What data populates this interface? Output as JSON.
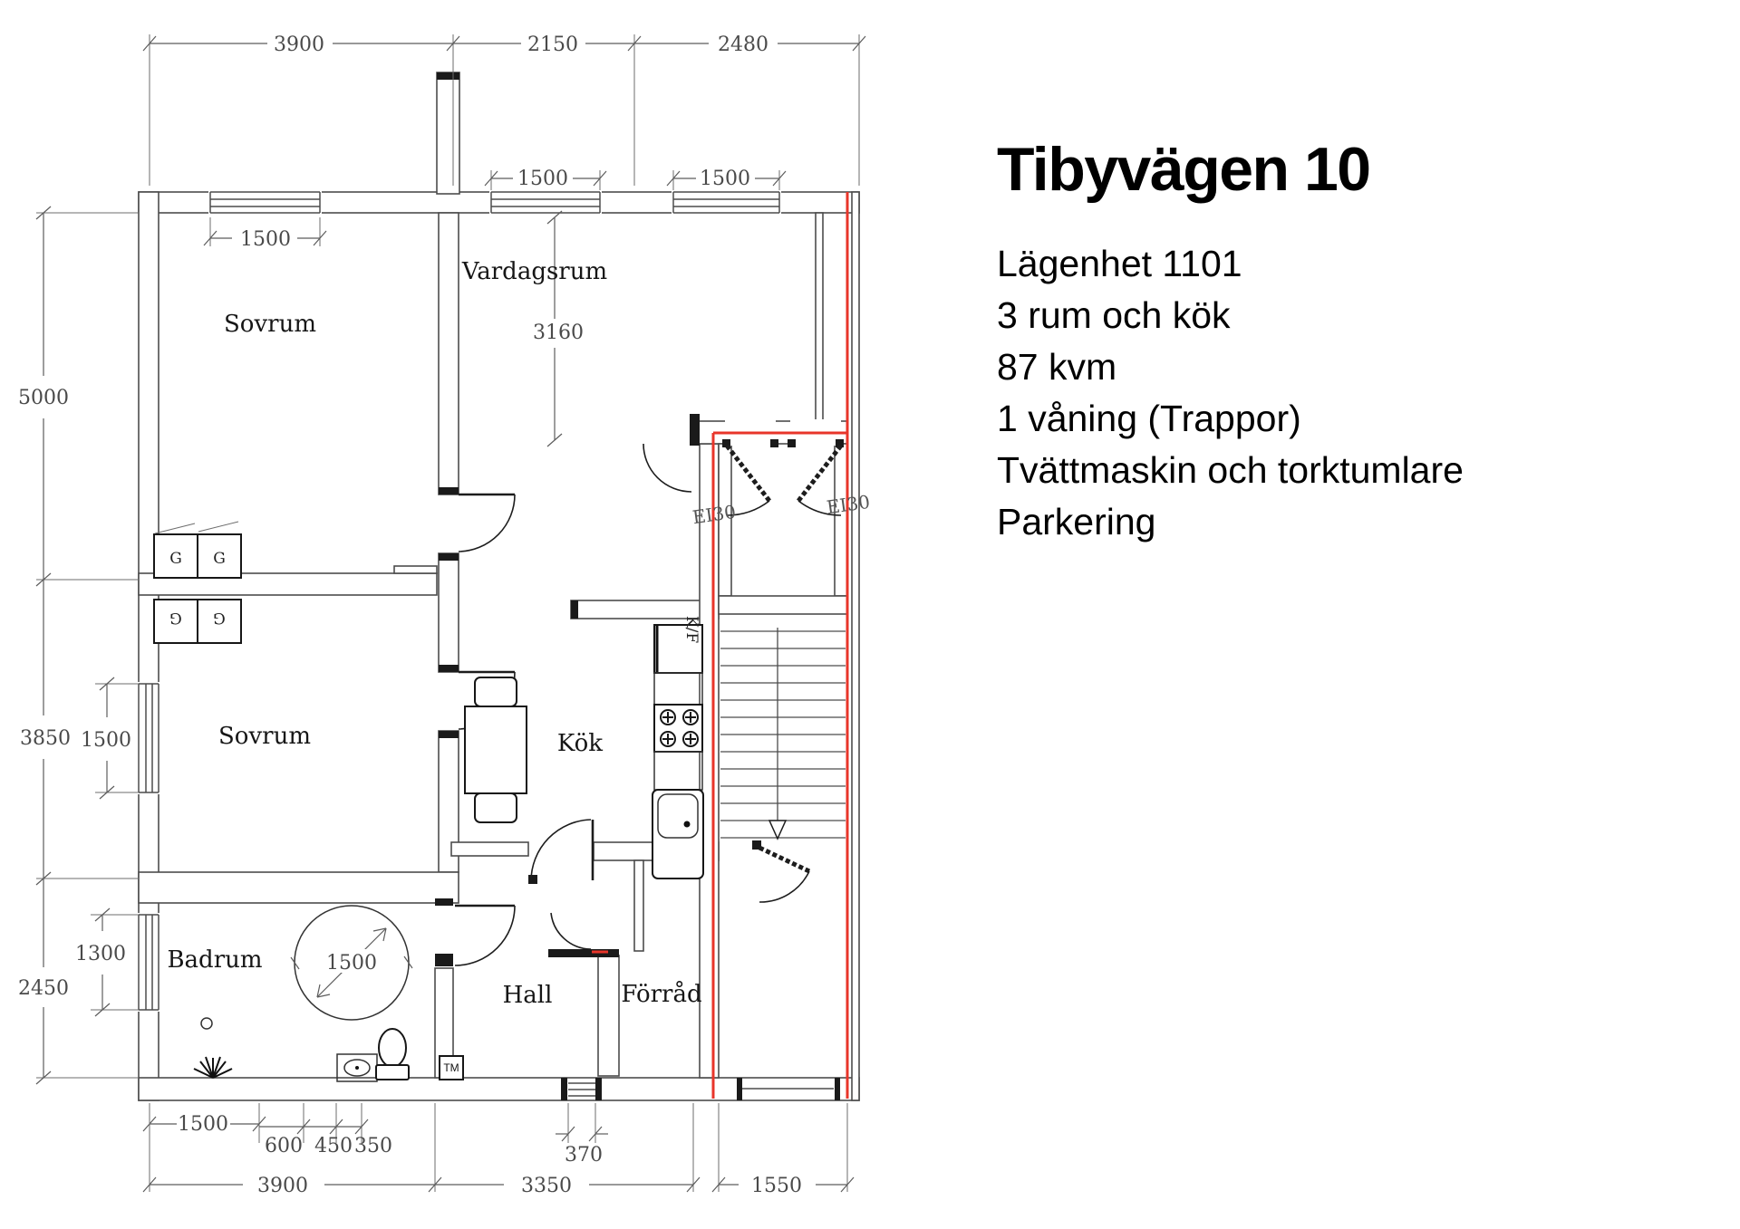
{
  "listing": {
    "title": "Tibyvägen 10",
    "details": [
      "Lägenhet 1101",
      "3 rum och kök",
      "87 kvm",
      "1 våning (Trappor)",
      "Tvättmaskin och torktumlare",
      "Parkering"
    ]
  },
  "plan": {
    "rooms": {
      "bedroom1": "Sovrum",
      "bedroom2": "Sovrum",
      "living": "Vardagsrum",
      "kitchen": "Kök",
      "bathroom": "Badrum",
      "hall": "Hall",
      "storage": "Förråd"
    },
    "fire_labels": {
      "left": "EI30",
      "right": "EI30"
    },
    "fixtures": {
      "wardrobe": "G",
      "fridge_freezer": "K/F",
      "washing_machine": "TM"
    },
    "dims": {
      "top": [
        "3900",
        "2150",
        "2480"
      ],
      "window_top": [
        "1500",
        "1500",
        "1500"
      ],
      "left": [
        "5000",
        "3850",
        "2450"
      ],
      "left_inner": [
        "1500",
        "1300"
      ],
      "living_height": "3160",
      "bath_circle": "1500",
      "bottom_inner": [
        "1500",
        "600",
        "450",
        "350",
        "370"
      ],
      "bottom": [
        "3900",
        "3350",
        "1550"
      ]
    },
    "colors": {
      "fire": "#e8352a",
      "wall": "#4c4c4c",
      "ink": "#161616"
    }
  }
}
